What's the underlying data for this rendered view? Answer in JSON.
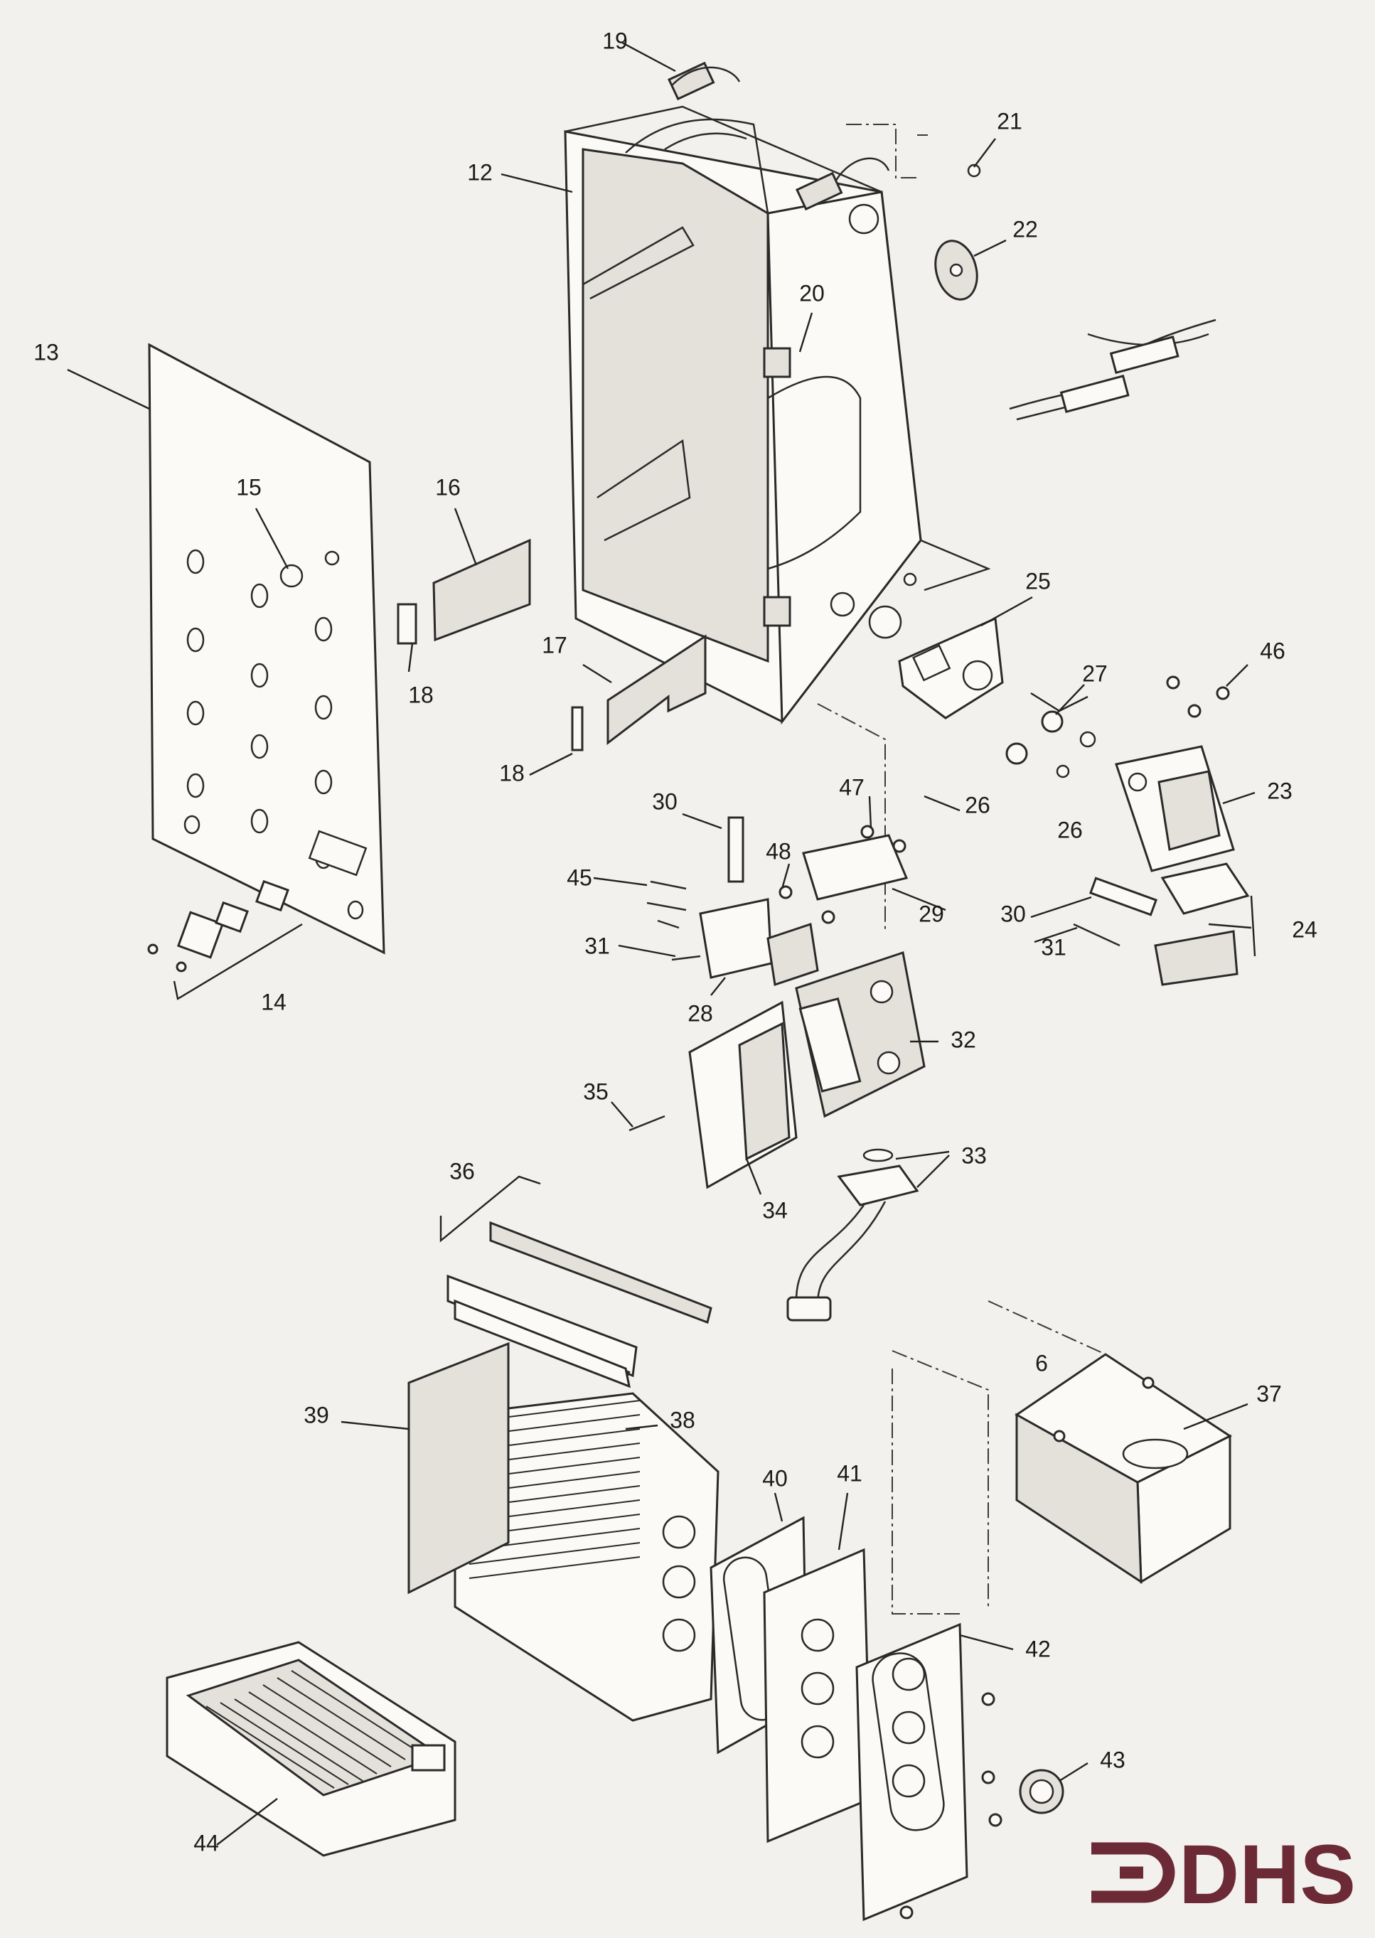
{
  "labels": {
    "p6": "6",
    "p12": "12",
    "p13": "13",
    "p14": "14",
    "p15": "15",
    "p16": "16",
    "p17": "17",
    "p18a": "18",
    "p18b": "18",
    "p19": "19",
    "p20": "20",
    "p21": "21",
    "p22": "22",
    "p23": "23",
    "p24": "24",
    "p25": "25",
    "p26a": "26",
    "p26b": "26",
    "p27": "27",
    "p28": "28",
    "p29": "29",
    "p30a": "30",
    "p30b": "30",
    "p31a": "31",
    "p31b": "31",
    "p32": "32",
    "p33": "33",
    "p34": "34",
    "p35": "35",
    "p36": "36",
    "p37": "37",
    "p38": "38",
    "p39": "39",
    "p40": "40",
    "p41": "41",
    "p42": "42",
    "p43": "43",
    "p44": "44",
    "p45": "45",
    "p46": "46",
    "p47": "47",
    "p48": "48"
  },
  "logo": {
    "text": "DHS",
    "color": "#6b2a35"
  }
}
